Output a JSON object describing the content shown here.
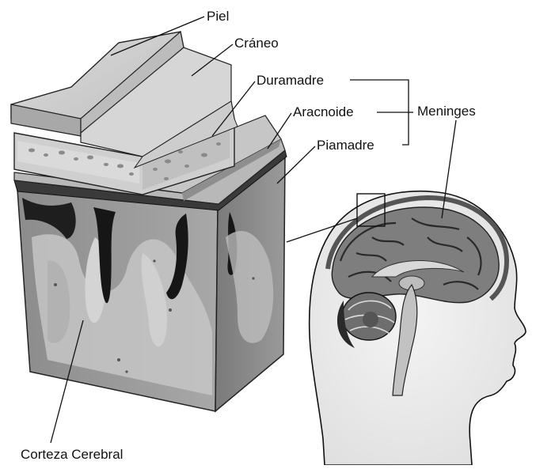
{
  "labels": {
    "piel": "Piel",
    "craneo": "Cráneo",
    "duramadre": "Duramadre",
    "aracnoide": "Aracnoide",
    "piamadre": "Piamadre",
    "meninges": "Meninges",
    "corteza": "Corteza Cerebral"
  },
  "colors": {
    "background": "#ffffff",
    "line": "#111111",
    "skin": "#d2d2d2",
    "bone": "#c4c4c4",
    "cortex": "#9c9c9c",
    "white_matter": "#c8c8c8",
    "csf_dark": "#1a1a1a"
  }
}
